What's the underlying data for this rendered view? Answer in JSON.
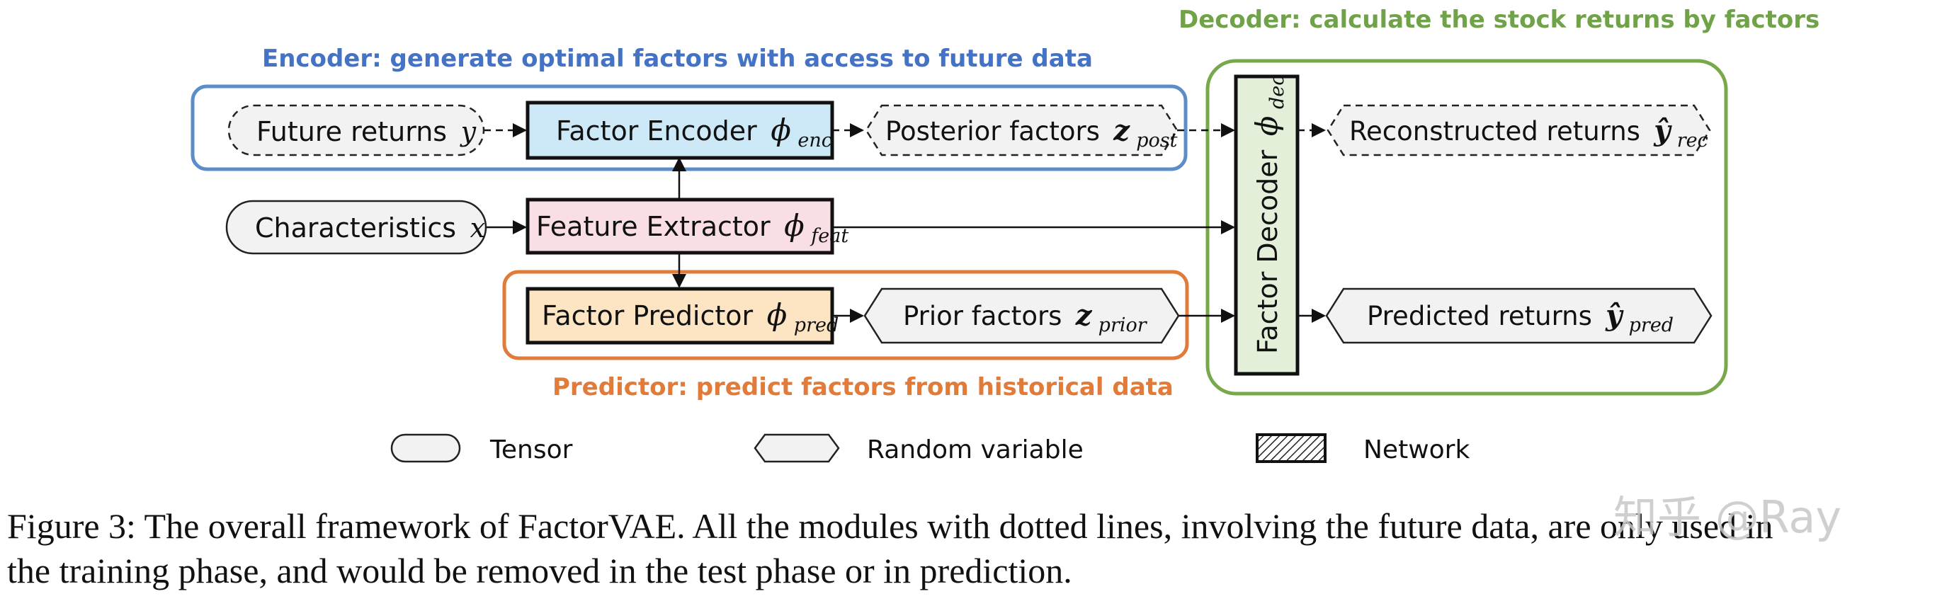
{
  "groups": {
    "encoder": {
      "title": "Encoder: generate optimal factors with access to future data",
      "color": "#4f81bd"
    },
    "decoder": {
      "title": "Decoder: calculate the stock returns by factors",
      "color": "#77a84a"
    },
    "predictor": {
      "title": "Predictor: predict factors from historical data",
      "color": "#e07b39"
    }
  },
  "nodes": {
    "future_returns": {
      "label": "Future returns",
      "symbol": "y"
    },
    "factor_encoder": {
      "label": "Factor Encoder",
      "symbol": "ϕ",
      "sub": "enc",
      "fill": "#cde8f6"
    },
    "posterior_factors": {
      "label": "Posterior factors",
      "symbol": "z",
      "sub": "post"
    },
    "characteristics": {
      "label": "Characteristics",
      "symbol": "x"
    },
    "feature_extractor": {
      "label": "Feature Extractor",
      "symbol": "ϕ",
      "sub": "feat",
      "fill": "#f9dfe4"
    },
    "factor_predictor": {
      "label": "Factor Predictor",
      "symbol": "ϕ",
      "sub": "pred",
      "fill": "#fde5c4"
    },
    "prior_factors": {
      "label": "Prior factors",
      "symbol": "z",
      "sub": "prior"
    },
    "factor_decoder": {
      "label": "Factor Decoder",
      "symbol": "ϕ",
      "sub": "dec",
      "fill": "#e4efd9"
    },
    "reconstructed_returns": {
      "label": "Reconstructed returns",
      "symbol": "ŷ",
      "sub": "rec"
    },
    "predicted_returns": {
      "label": "Predicted returns",
      "symbol": "ŷ",
      "sub": "pred"
    }
  },
  "legend": {
    "tensor": "Tensor",
    "random_variable": "Random variable",
    "network": "Network"
  },
  "caption": {
    "line1": "Figure 3: The overall framework of FactorVAE. All the modules with dotted lines, involving the future data, are only used in",
    "line2": "the training phase, and would be removed in the test phase or in prediction."
  },
  "watermark": "知乎 @Ray"
}
